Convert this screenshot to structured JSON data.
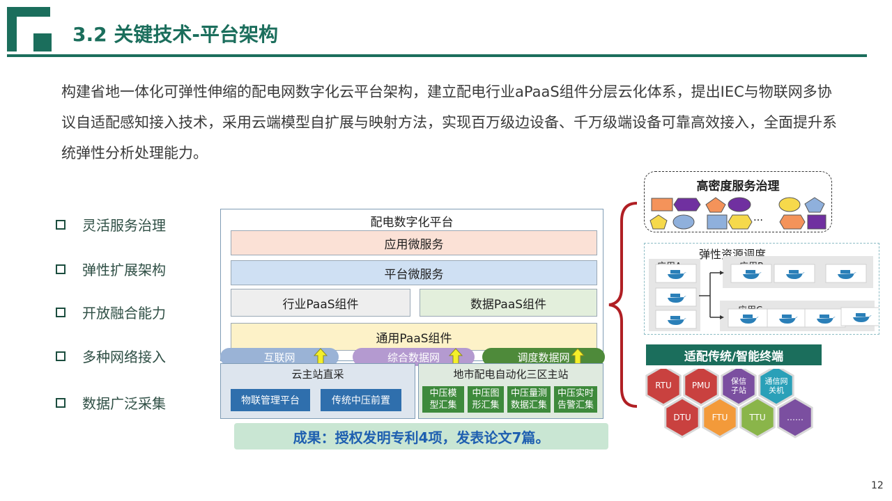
{
  "header": {
    "title": "3.2 关键技术-平台架构"
  },
  "intro": "构建省地一体化可弹性伸缩的配电网数字化云平台架构，建立配电行业aPaaS组件分层云化体系，提出IEC与物联网多协议自适配感知接入技术，采用云端模型自扩展与映射方法，实现百万级边设备、千万级端设备可靠高效接入，全面提升系统弹性分析处理能力。",
  "bullets": [
    "灵活服务治理",
    "弹性扩展架构",
    "开放融合能力",
    "多种网络接入",
    "数据广泛采集"
  ],
  "platform": {
    "title": "配电数字化平台",
    "layers": {
      "app": "应用微服务",
      "platform": "平台微服务",
      "industry": "行业PaaS组件",
      "data": "数据PaaS组件",
      "general": "通用PaaS组件"
    },
    "networks": [
      "互联网",
      "综合数据网",
      "调度数据网"
    ],
    "left_station": {
      "title": "云主站直采",
      "boxes": [
        "物联管理平台",
        "传统中压前置"
      ]
    },
    "right_station": {
      "title": "地市配电自动化三区主站",
      "boxes": [
        "中压模\n型汇集",
        "中压图\n形汇集",
        "中压量测\n数据汇集",
        "中压实时\n告警汇集"
      ]
    }
  },
  "result": "成果：授权发明专利4项，发表论文7篇。",
  "service_governance": {
    "title": "高密度服务治理",
    "ellipsis": "…"
  },
  "elastic": {
    "title": "弹性资源调度",
    "app_a": "应用A",
    "app_b": "应用B",
    "app_c": "应用C"
  },
  "terminals": {
    "title": "适配传统/智能终端",
    "items": [
      "RTU",
      "PMU",
      "保信\n子站",
      "通信网\n关机",
      "DTU",
      "FTU",
      "TTU",
      "……"
    ]
  },
  "page_number": "12",
  "colors": {
    "theme": "#1b6e5c",
    "bracket": "#b01f24"
  }
}
